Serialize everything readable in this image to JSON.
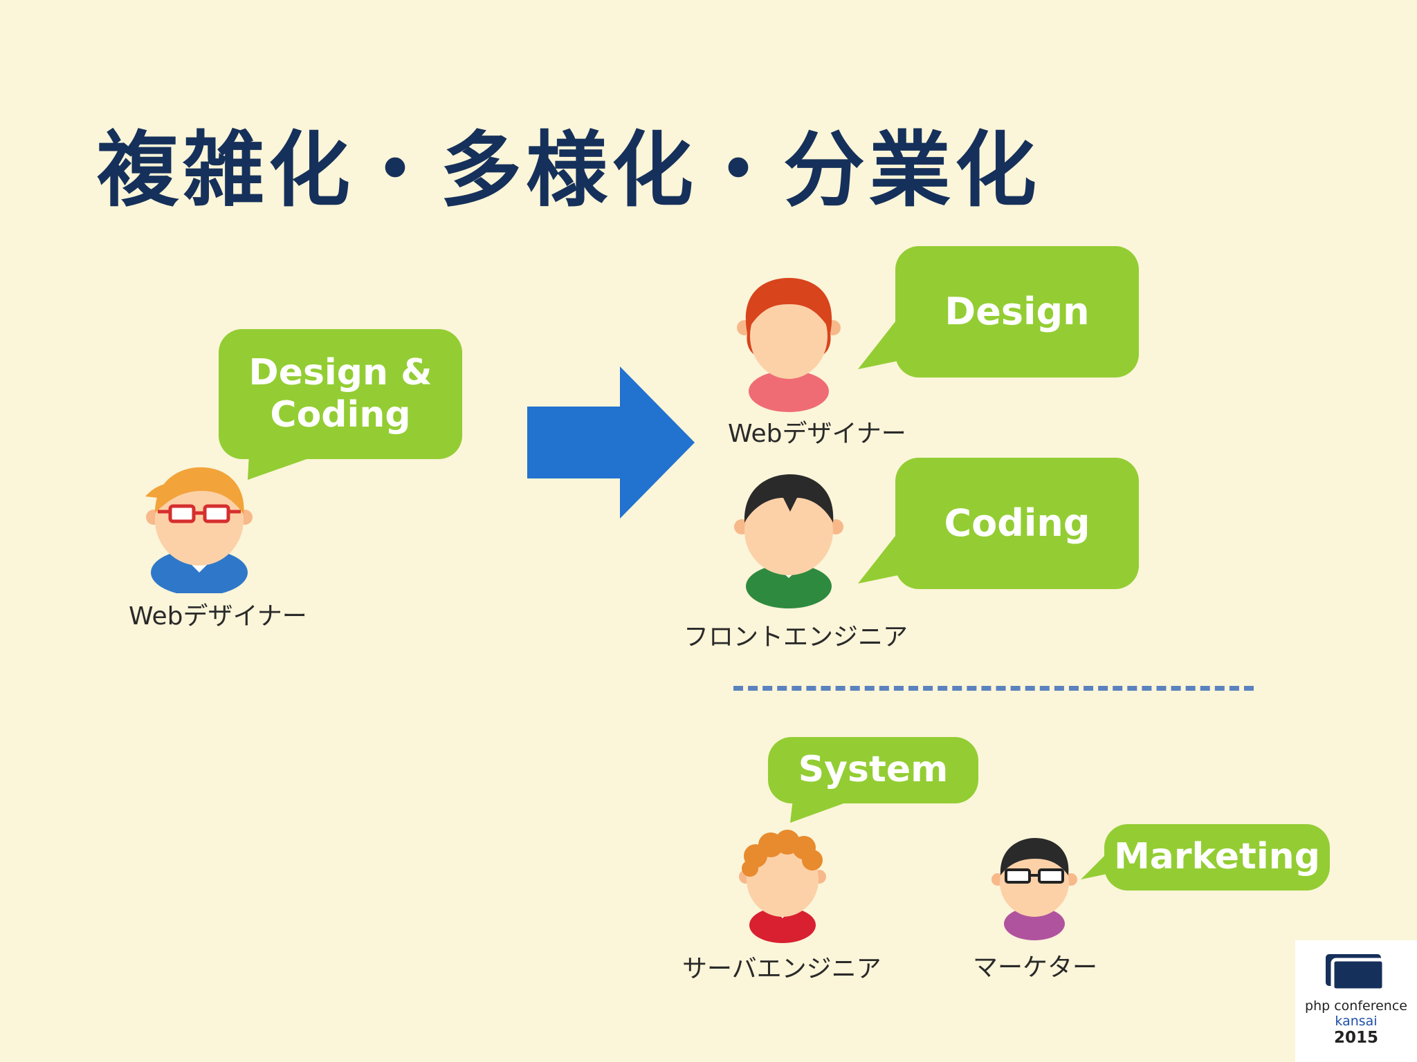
{
  "title": "複雑化・多様化・分業化",
  "colors": {
    "background": "#fbf5d9",
    "title": "#15305a",
    "bubble": "#93cd33",
    "arrow": "#2272d0",
    "divider": "#5a82bf"
  },
  "before": {
    "bubble": {
      "line1": "Design &",
      "line2": "Coding"
    },
    "person": {
      "icon": "glasses-blue-shirt-avatar-icon",
      "label": "Webデザイナー"
    }
  },
  "arrow": {
    "icon": "right-arrow-icon"
  },
  "after": {
    "designer": {
      "bubble": "Design",
      "icon": "red-hair-pink-shirt-avatar-icon",
      "label": "Webデザイナー"
    },
    "frontend": {
      "bubble": "Coding",
      "icon": "black-hair-green-shirt-avatar-icon",
      "label": "フロントエンジニア"
    },
    "server": {
      "bubble": "System",
      "icon": "curly-hair-red-shirt-avatar-icon",
      "label": "サーバエンジニア"
    },
    "marketer": {
      "bubble": "Marketing",
      "icon": "glasses-purple-shirt-avatar-icon",
      "label": "マーケター"
    }
  },
  "logo": {
    "icon": "php-conference-logo-icon",
    "line1": "php conference",
    "line2": "kansai",
    "line3": "2015"
  }
}
